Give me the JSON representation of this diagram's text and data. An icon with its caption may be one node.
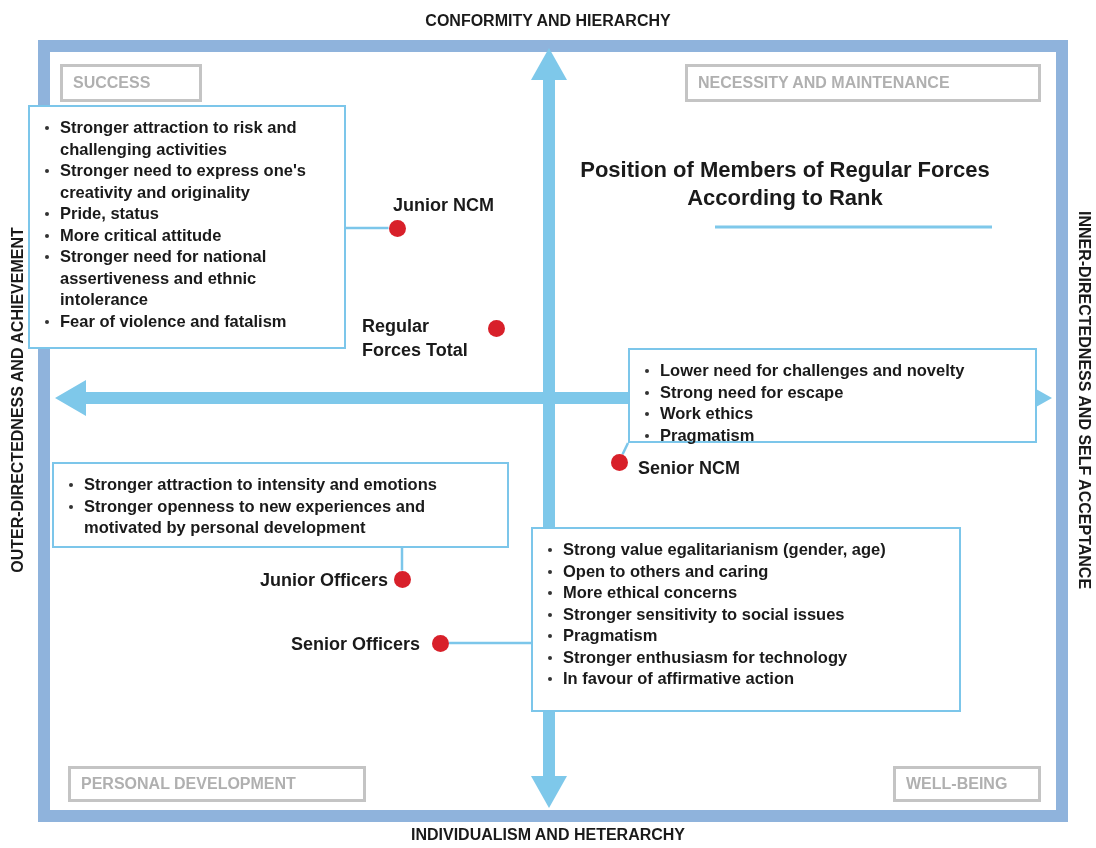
{
  "diagram": {
    "title": "Position of Members of Regular Forces According to Rank",
    "nodes": [
      {
        "text": [
          "SUCCESS"
        ]
      },
      {
        "text": [
          "NECESSITY AND MAINTENANCE"
        ]
      },
      {
        "text": [
          "Stronger attraction to risk and challenging activities",
          "Stronger need to express one's creativity and originality",
          "Pride, status",
          "More critical attitude",
          "Stronger need for national assertiveness and ethnic intolerance",
          "Fear of violence and fatalism"
        ]
      },
      {
        "text": [],
        "shape": "circle",
        "beside": [
          "Junior NCM"
        ]
      },
      {
        "text": [],
        "shape": "circle",
        "beside": [
          "Regular Forces Total"
        ]
      },
      {
        "text": [
          "Lower need for challenges and novelty",
          "Strong need for escape",
          "Work ethics",
          "Pragmatism"
        ]
      },
      {
        "text": [],
        "shape": "circle",
        "beside": [
          "Senior NCM"
        ]
      },
      {
        "text": [
          "Stronger attraction to intensity and emotions",
          "Stronger openness to new experiences and motivated by personal development"
        ]
      },
      {
        "text": [],
        "shape": "circle",
        "beside": [
          "Junior Officers"
        ]
      },
      {
        "text": [
          "Strong value egalitarianism (gender, age)",
          "Open to others and caring",
          "More ethical concerns",
          "Stronger sensitivity to social issues",
          "Pragmatism",
          "Stronger enthusiasm for technology",
          "In favour of affirmative action"
        ]
      },
      {
        "text": [],
        "shape": "circle",
        "beside": [
          "Senior Officers"
        ]
      },
      {
        "text": [
          "PERSONAL DEVELOPMENT"
        ]
      },
      {
        "text": [
          "WELL-BEING"
        ]
      }
    ],
    "edges": [
      {
        "from": 2,
        "to": 3,
        "arrow": "none"
      },
      {
        "from": 5,
        "to": 6,
        "arrow": "none"
      },
      {
        "from": 7,
        "to": 8,
        "arrow": "none"
      },
      {
        "from": 9,
        "to": 10,
        "arrow": "none"
      }
    ],
    "labels": [
      "CONFORMITY AND HIERARCHY",
      "OUTER-DIRECTEDNESS AND ACHIEVEMENT",
      "INNER-DIRECTEDNESS AND SELF ACCEPTANCE",
      "INDIVIDUALISM AND HETERARCHY"
    ]
  }
}
